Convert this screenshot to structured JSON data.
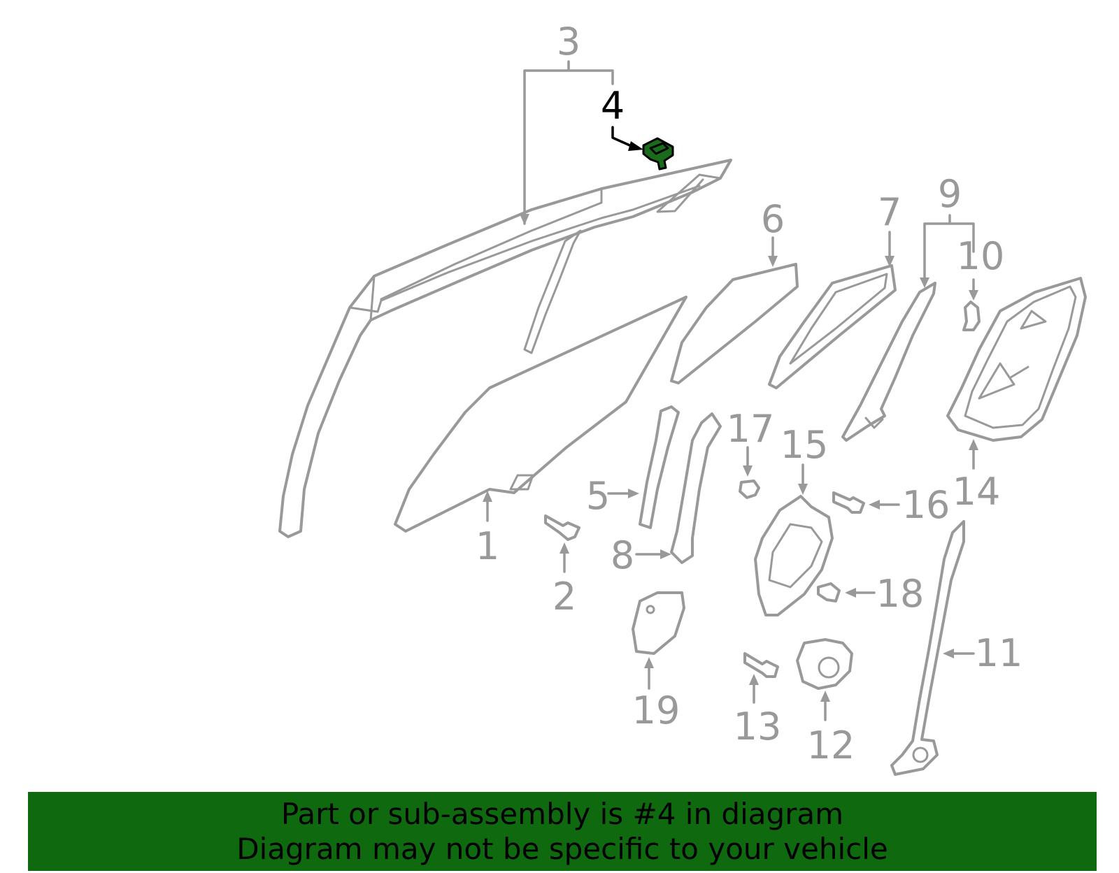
{
  "diagram": {
    "highlighted_part": "4",
    "highlight_color": "#1a6b1a",
    "part_color": "#999999",
    "callouts": {
      "c1": "1",
      "c2": "2",
      "c3": "3",
      "c4": "4",
      "c5": "5",
      "c6": "6",
      "c7": "7",
      "c8": "8",
      "c9": "9",
      "c10": "10",
      "c11": "11",
      "c12": "12",
      "c13": "13",
      "c14": "14",
      "c15": "15",
      "c16": "16",
      "c17": "17",
      "c18": "18",
      "c19": "19"
    }
  },
  "banner": {
    "background": "#0f6a0f",
    "line1": "Part or sub-assembly is #4 in diagram",
    "line2": "Diagram may not be specific to your vehicle"
  }
}
